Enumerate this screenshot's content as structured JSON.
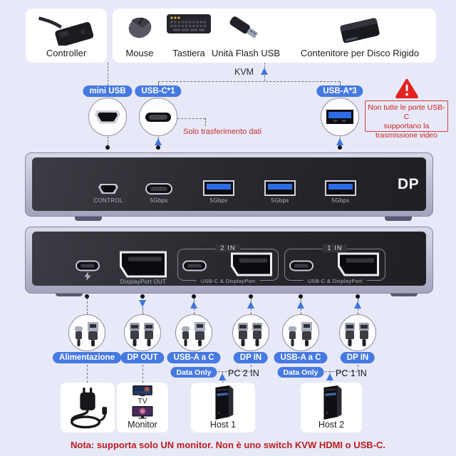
{
  "colors": {
    "background": "#e8e9f8",
    "accent_blue": "#4679e2",
    "arrow_blue": "#3f76e0",
    "warning_red": "#cc2323",
    "note_red": "#bf1c1c"
  },
  "top_cards": {
    "controller": {
      "label": "Controller"
    },
    "peripherals": [
      {
        "label": "Mouse"
      },
      {
        "label": "Tastiera"
      },
      {
        "label": "Unità Flash USB"
      },
      {
        "label": "Contenitore per Disco Rigido"
      }
    ]
  },
  "kvm": {
    "label": "KVM"
  },
  "callouts_top": {
    "mini_usb": "mini USB",
    "usb_c": "USB-C*1",
    "usb_a": "USB-A*3",
    "solo_note": "Solo trasferimento dati"
  },
  "warning": {
    "line1": "Non tutte le porte USB-C",
    "line2": "supportano la",
    "line3": "trasmissione video"
  },
  "front_panel": {
    "logo": "DP",
    "ports": [
      {
        "type": "mini-usb",
        "label": "CONTROL"
      },
      {
        "type": "usb-c",
        "label": "5Gbps"
      },
      {
        "type": "usb-a",
        "label": "5Gbps"
      },
      {
        "type": "usb-a",
        "label": "5Gbps"
      },
      {
        "type": "usb-a",
        "label": "5Gbps"
      }
    ]
  },
  "back_panel": {
    "dp_out_label": "DisplayPort OUT",
    "group2": {
      "title": "2 IN",
      "label": "USB-C & DisplayPort"
    },
    "group1": {
      "title": "1 IN",
      "label": "USB-C & DisplayPort"
    }
  },
  "callouts_bottom": [
    {
      "label": "Alimentazione"
    },
    {
      "label": "DP OUT"
    },
    {
      "label": "USB-A a C",
      "sub": "Data Only"
    },
    {
      "label": "DP IN"
    },
    {
      "label": "USB-A a C",
      "sub": "Data Only"
    },
    {
      "label": "DP IN"
    }
  ],
  "pc_links": {
    "pc2": "PC 2 IN",
    "pc1": "PC 1 IN"
  },
  "bottom_cards": {
    "tv": "TV",
    "monitor": "Monitor",
    "host1": "Host 1",
    "host2": "Host 2"
  },
  "footnote": "Nota: supporta solo UN monitor. Non è uno switch KVW HDMI o USB-C."
}
